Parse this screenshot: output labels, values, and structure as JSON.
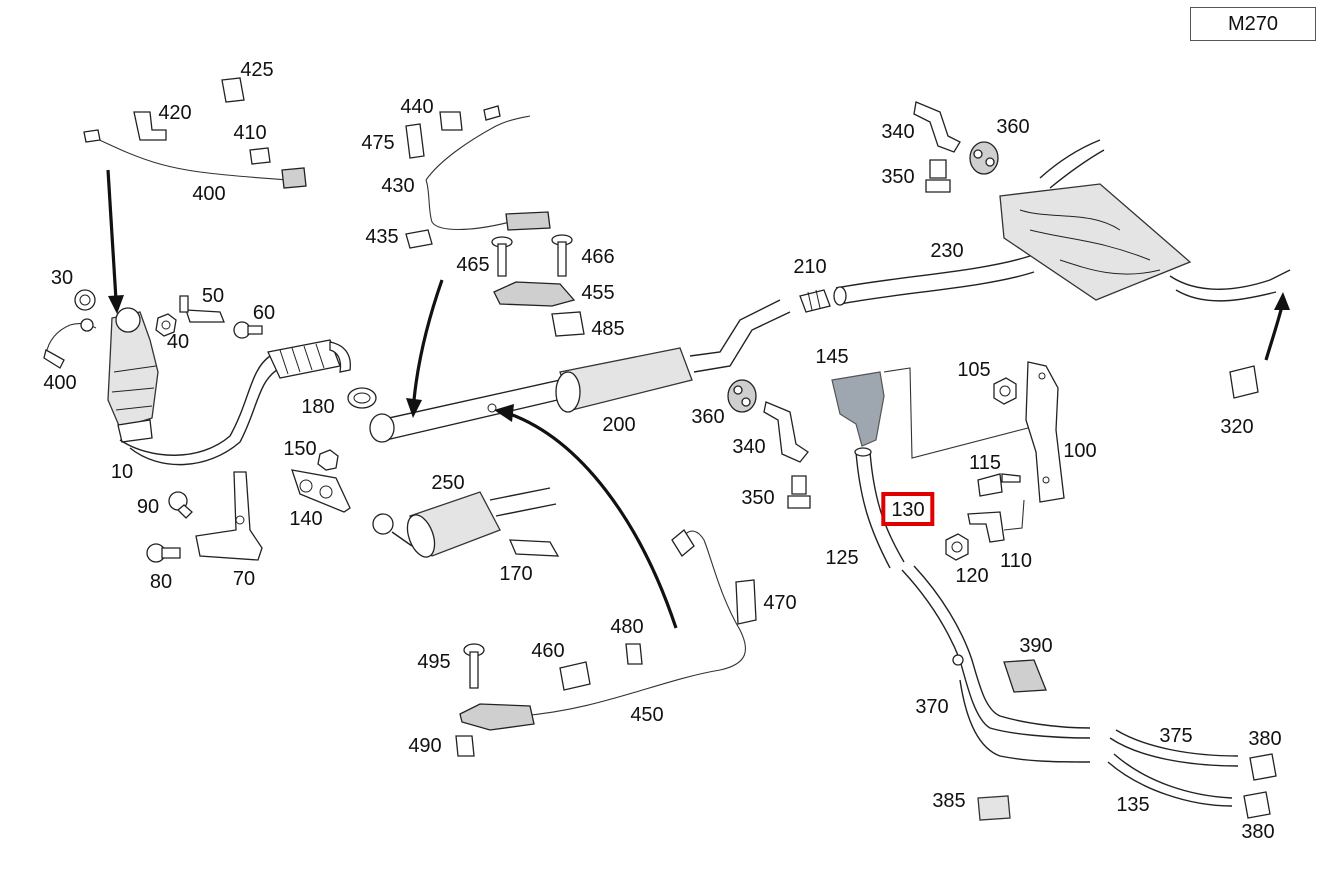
{
  "engine_code": "M270",
  "highlighted_part": "130",
  "callouts": {
    "c10": "10",
    "c30": "30",
    "c40": "40",
    "c50": "50",
    "c60": "60",
    "c70": "70",
    "c80": "80",
    "c90": "90",
    "c100": "100",
    "c105": "105",
    "c110": "110",
    "c115": "115",
    "c120": "120",
    "c125": "125",
    "c130": "130",
    "c135": "135",
    "c140": "140",
    "c145": "145",
    "c150": "150",
    "c170": "170",
    "c180": "180",
    "c200": "200",
    "c210": "210",
    "c230": "230",
    "c250": "250",
    "c320": "320",
    "c340a": "340",
    "c340b": "340",
    "c350a": "350",
    "c350b": "350",
    "c360a": "360",
    "c360b": "360",
    "c370": "370",
    "c375": "375",
    "c380a": "380",
    "c380b": "380",
    "c385": "385",
    "c390": "390",
    "c400a": "400",
    "c400b": "400",
    "c410": "410",
    "c420": "420",
    "c425": "425",
    "c430": "430",
    "c435": "435",
    "c440": "440",
    "c450": "450",
    "c455": "455",
    "c460": "460",
    "c465": "465",
    "c466": "466",
    "c470": "470",
    "c475": "475",
    "c480": "480",
    "c485": "485",
    "c490": "490",
    "c495": "495"
  }
}
